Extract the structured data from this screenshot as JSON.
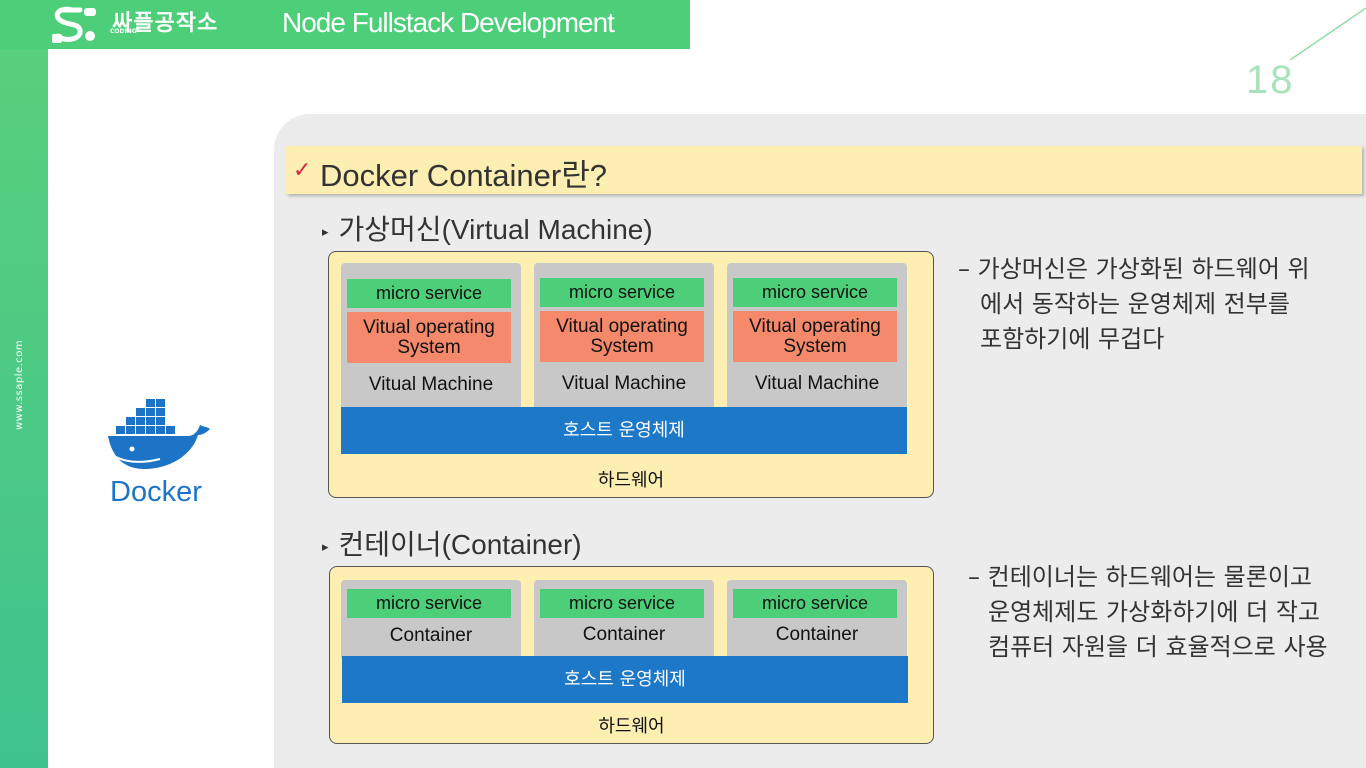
{
  "brand": {
    "logo_text": "싸플공작소",
    "logo_sub": "CODING",
    "course_title": "Node Fullstack Development",
    "side_url": "www.ssaple.com",
    "page_number": "18",
    "accent_color": "#4ccf78"
  },
  "docker": {
    "label": "Docker",
    "icon": "docker-whale-icon",
    "color": "#1d74c6"
  },
  "heading": {
    "check_icon": "✓",
    "text": "Docker Container란?"
  },
  "vm_section": {
    "bullet": "▸",
    "title": "가상머신(Virtual Machine)",
    "columns": [
      {
        "service": "micro service",
        "os": "Vitual operating System",
        "label": "Vitual Machine"
      },
      {
        "service": "micro service",
        "os": "Vitual operating System",
        "label": "Vitual Machine"
      },
      {
        "service": "micro service",
        "os": "Vitual operating System",
        "label": "Vitual Machine"
      }
    ],
    "host": "호스트 운영체제",
    "hardware": "하드웨어",
    "description": [
      "– 가상머신은 가상화된 하드웨어 위",
      "에서 동작하는 운영체제 전부를",
      "포함하기에 무겁다"
    ]
  },
  "container_section": {
    "bullet": "▸",
    "title": "컨테이너(Container)",
    "columns": [
      {
        "service": "micro service",
        "label": "Container"
      },
      {
        "service": "micro service",
        "label": "Container"
      },
      {
        "service": "micro service",
        "label": "Container"
      }
    ],
    "host": "호스트 운영체제",
    "hardware": "하드웨어",
    "description": [
      "– 컨테이너는 하드웨어는 물론이고",
      "운영체제도 가상화하기에 더 작고",
      "컴퓨터 자원을 더 효율적으로 사용"
    ]
  }
}
